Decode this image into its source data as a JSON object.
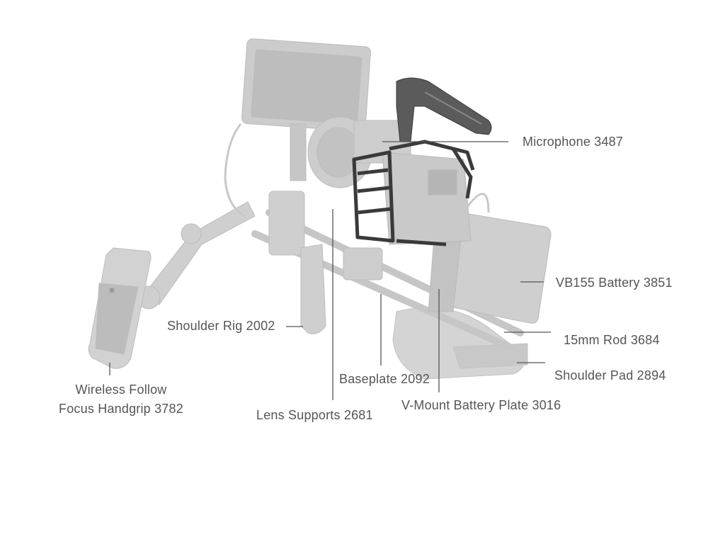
{
  "diagram": {
    "callouts": {
      "microphone": "Microphone 3487",
      "vb155_battery": "VB155 Battery 3851",
      "rod_15mm": "15mm Rod 3684",
      "shoulder_pad": "Shoulder Pad 2894",
      "shoulder_rig": "Shoulder Rig 2002",
      "baseplate": "Baseplate 2092",
      "vmount_plate": "V-Mount Battery Plate 3016",
      "lens_supports": "Lens Supports 2681",
      "handgrip_line1": "Wireless Follow",
      "handgrip_line2": "Focus Handgrip 3782"
    },
    "colors": {
      "label_text": "#555555",
      "leader_line": "#555555",
      "ghost_part": "#cfcfcf",
      "ghost_part_dark": "#bdbdbd",
      "highlight_part": "#3a3a3a"
    }
  }
}
